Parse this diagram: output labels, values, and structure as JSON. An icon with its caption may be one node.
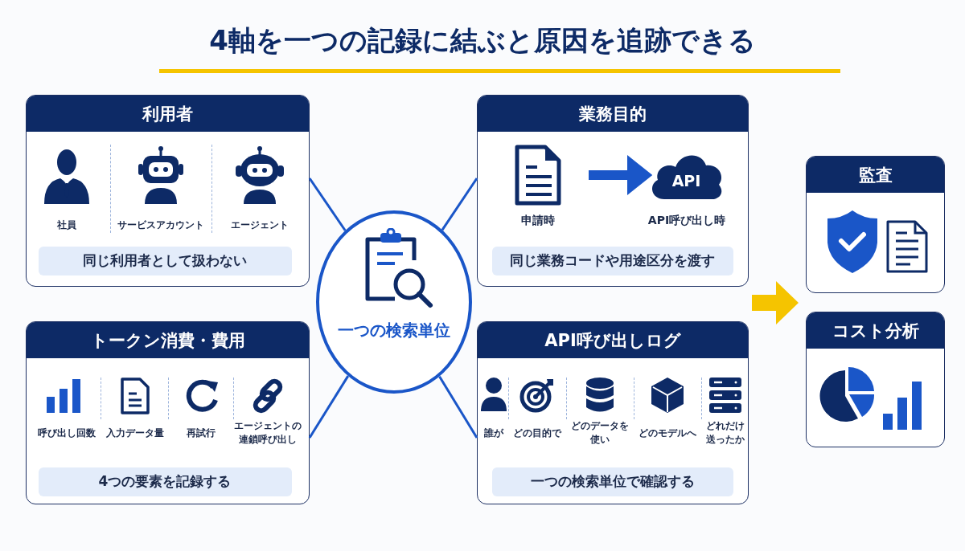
{
  "diagram": {
    "title": "4軸を一つの記録に結ぶと原因を追跡できる",
    "nodes": [
      {
        "text": [
          "利用者"
        ]
      },
      {
        "text": [
          "同じ利用者として扱わない"
        ],
        "in": 0
      },
      {
        "text": [
          "業務目的"
        ]
      },
      {
        "text": [],
        "shape": "document",
        "in": 2,
        "beside": [
          "申請時"
        ]
      },
      {
        "text": [
          "API"
        ],
        "in": 2,
        "beside": [
          "API呼び出し時"
        ]
      },
      {
        "text": [
          "同じ業務コードや用途区分を渡す"
        ],
        "in": 2
      },
      {
        "text": [
          "一つの検索単位"
        ]
      },
      {
        "text": [
          "トークン消費・費用"
        ]
      },
      {
        "text": [
          "4つの要素を記録する"
        ],
        "in": 7
      },
      {
        "text": [
          "API呼び出しログ"
        ]
      },
      {
        "text": [
          "一つの検索単位で確認する"
        ],
        "in": 9
      },
      {
        "text": [
          "監査"
        ]
      },
      {
        "text": [
          "コスト分析"
        ]
      }
    ],
    "edges": [
      {
        "from": 6,
        "to": 0,
        "arrow": "none"
      },
      {
        "from": 6,
        "to": 2,
        "arrow": "none"
      },
      {
        "from": 3,
        "to": 4,
        "arrow": "to",
        "style": "thick"
      },
      {
        "from": 6,
        "to": 7,
        "arrow": "none"
      },
      {
        "from": 6,
        "to": 9,
        "arrow": "none"
      }
    ],
    "labels": [
      "社員",
      "サービスアカウント",
      "エージェント",
      "呼び出し回数",
      "入力データ量",
      "再試行",
      "エージェントの連鎖呼び出し",
      "誰が",
      "どの目的で",
      "どのデータを使い",
      "どのモデルへ",
      "どれだけ送ったか"
    ]
  }
}
